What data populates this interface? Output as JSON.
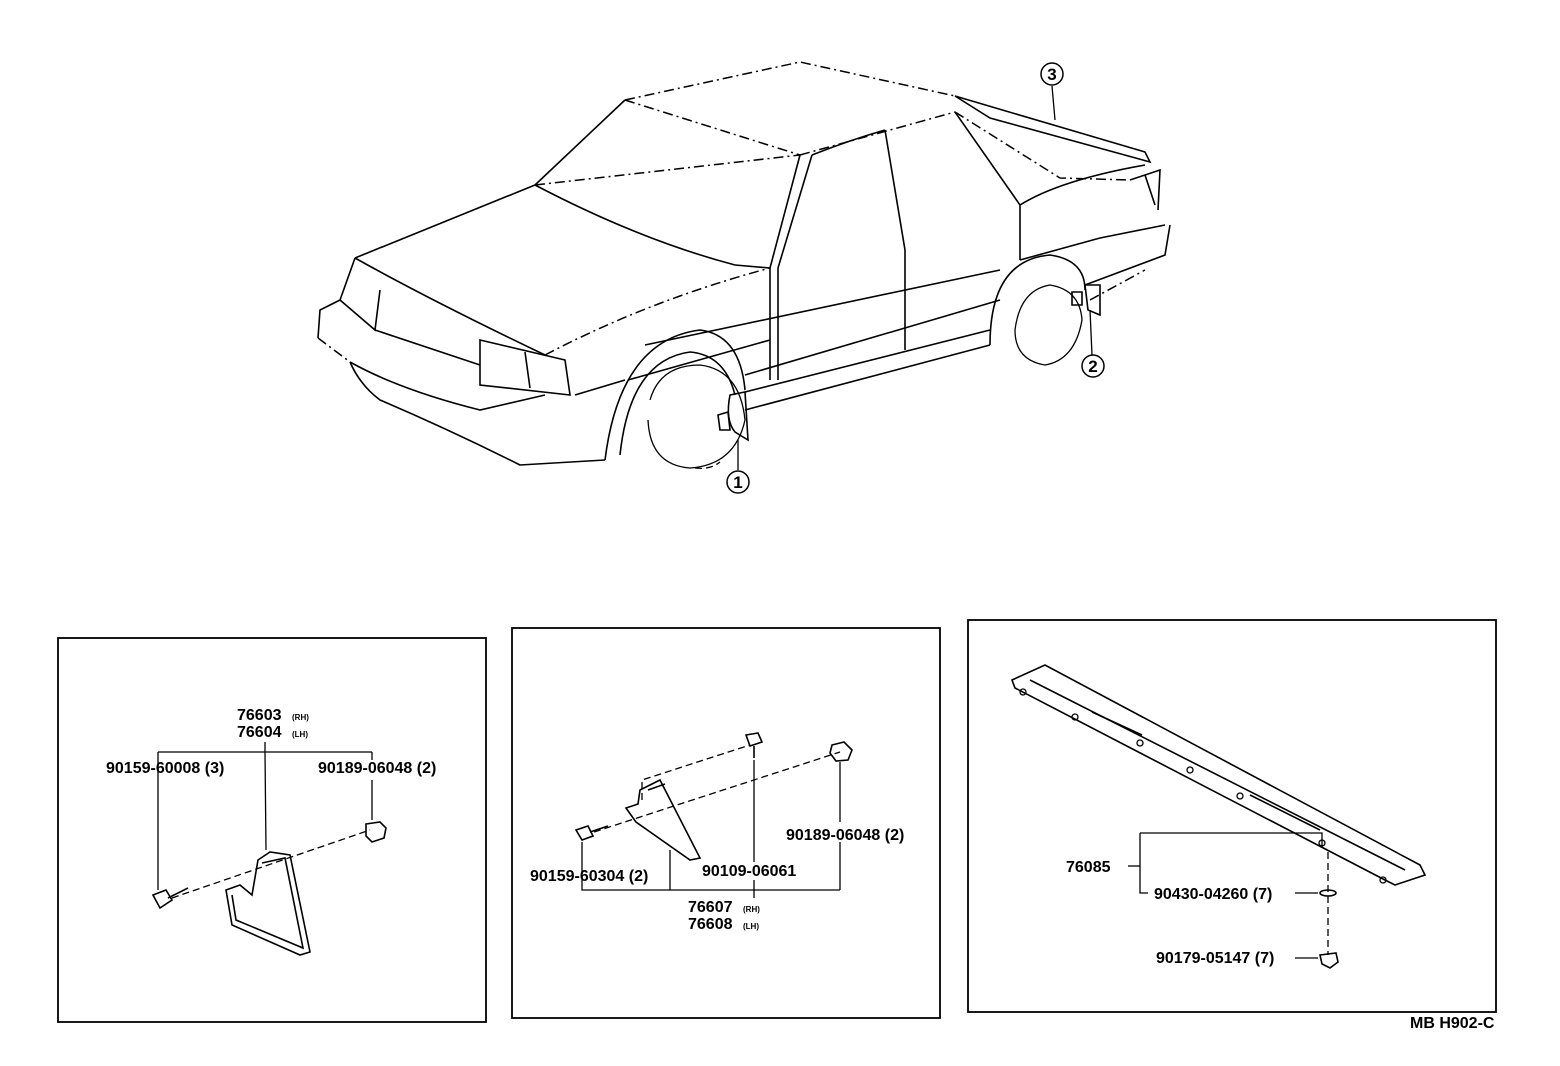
{
  "callouts": [
    "1",
    "2",
    "3"
  ],
  "panel_front": {
    "part_main_rh": "76603",
    "part_main_lh": "76604",
    "tag_rh": "(RH)",
    "tag_lh": "(LH)",
    "screw": "90159-60008 (3)",
    "nut": "90189-06048 (2)"
  },
  "panel_rear": {
    "screw": "90159-60304 (2)",
    "bolt": "90109-06061",
    "nut": "90189-06048 (2)",
    "part_main_rh": "76607",
    "part_main_lh": "76608",
    "tag_rh": "(RH)",
    "tag_lh": "(LH)"
  },
  "panel_spoiler": {
    "spoiler": "76085",
    "washer": "90430-04260 (7)",
    "nut": "90179-05147 (7)"
  },
  "diagram_code": "MB H902-C"
}
